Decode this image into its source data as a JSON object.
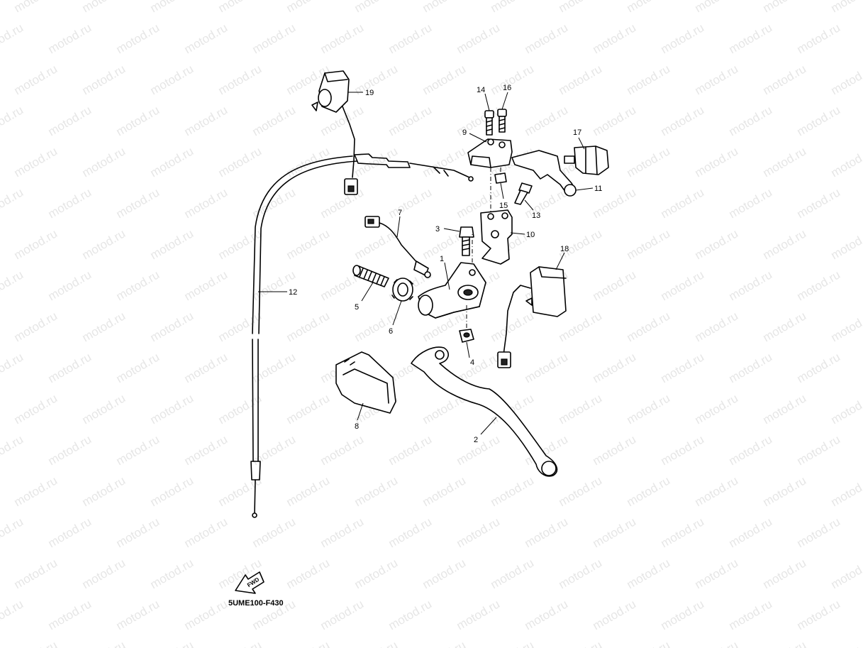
{
  "watermark": {
    "text": "motod.ru"
  },
  "diagram_code": "5UME100-F430",
  "fwd_label": "FWD",
  "callouts": [
    {
      "id": "1",
      "label": "1"
    },
    {
      "id": "2",
      "label": "2"
    },
    {
      "id": "3",
      "label": "3"
    },
    {
      "id": "4",
      "label": "4"
    },
    {
      "id": "5",
      "label": "5"
    },
    {
      "id": "6",
      "label": "6"
    },
    {
      "id": "7",
      "label": "7"
    },
    {
      "id": "8",
      "label": "8"
    },
    {
      "id": "9",
      "label": "9"
    },
    {
      "id": "10",
      "label": "10"
    },
    {
      "id": "11",
      "label": "11"
    },
    {
      "id": "12",
      "label": "12"
    },
    {
      "id": "13",
      "label": "13"
    },
    {
      "id": "14",
      "label": "14"
    },
    {
      "id": "15",
      "label": "15"
    },
    {
      "id": "16",
      "label": "16"
    },
    {
      "id": "17",
      "label": "17"
    },
    {
      "id": "18",
      "label": "18"
    },
    {
      "id": "19",
      "label": "19"
    }
  ]
}
